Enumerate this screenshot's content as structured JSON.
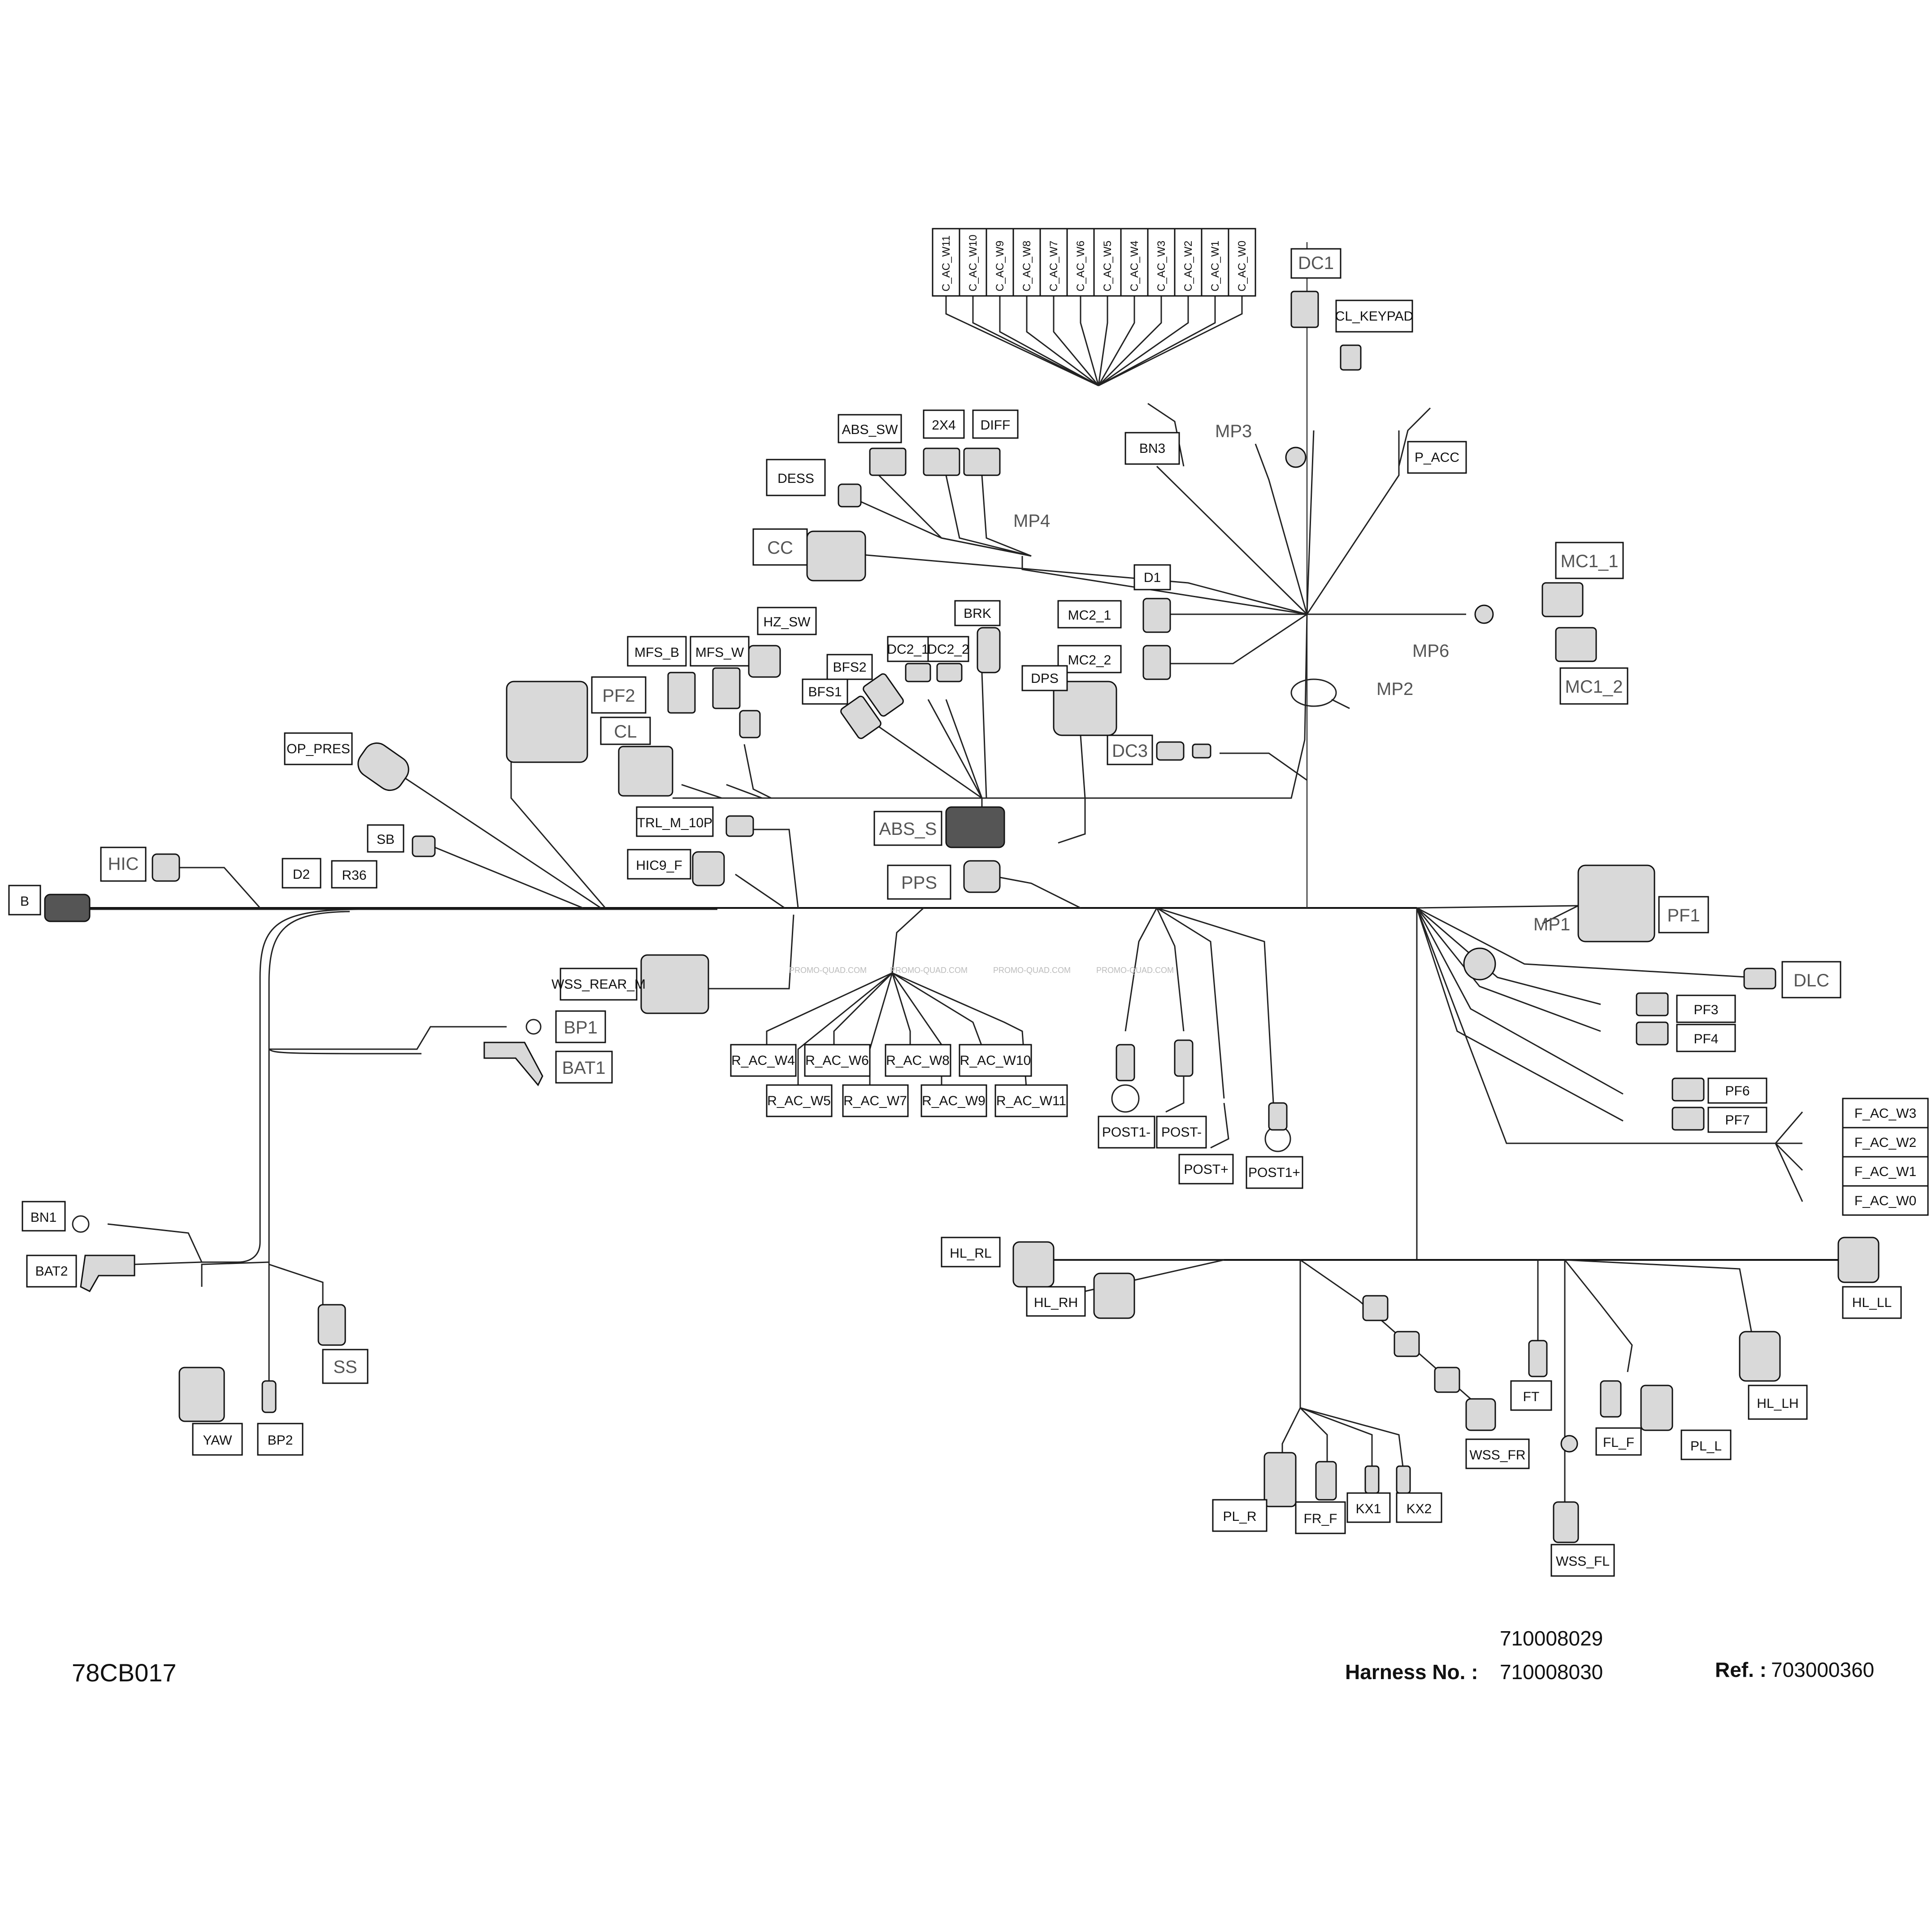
{
  "top_connectors": [
    "C_AC_W11",
    "C_AC_W10",
    "C_AC_W9",
    "C_AC_W8",
    "C_AC_W7",
    "C_AC_W6",
    "C_AC_W5",
    "C_AC_W4",
    "C_AC_W3",
    "C_AC_W2",
    "C_AC_W1",
    "C_AC_W0"
  ],
  "labels": {
    "DC1": "DC1",
    "CL_KEYPAD": "CL_KEYPAD",
    "MP3": "MP3",
    "BN3": "BN3",
    "P_ACC": "P_ACC",
    "ABS_SW": "ABS_SW",
    "2X4": "2X4",
    "DIFF": "DIFF",
    "DESS": "DESS",
    "MP4": "MP4",
    "CC": "CC",
    "D1": "D1",
    "MC1_1": "MC1_1",
    "MC2_1": "MC2_1",
    "MC2_2": "MC2_2",
    "MP6": "MP6",
    "MC1_2": "MC1_2",
    "MP2": "MP2",
    "HZ_SW": "HZ_SW",
    "BRK": "BRK",
    "MFS_B": "MFS_B",
    "MFS_W": "MFS_W",
    "BFS2": "BFS2",
    "DC2_1": "DC2_1",
    "DC2_2": "DC2_2",
    "BFS1": "BFS1",
    "DPS": "DPS",
    "PF2": "PF2",
    "CL": "CL",
    "DC3": "DC3",
    "OP_PRES": "OP_PRES",
    "TRL_M_10P": "TRL_M_10P",
    "ABS_S": "ABS_S",
    "SB": "SB",
    "HIC": "HIC",
    "HIC9_F": "HIC9_F",
    "D2": "D2",
    "R36": "R36",
    "B": "B",
    "PPS": "PPS",
    "PF1": "PF1",
    "MP1": "MP1",
    "DLC": "DLC",
    "WSS_REAR_M": "WSS_REAR_M",
    "PF3": "PF3",
    "PF4": "PF4",
    "BP1": "BP1",
    "BAT1": "BAT1",
    "PF6": "PF6",
    "PF7": "PF7",
    "R_AC_W4": "R_AC_W4",
    "R_AC_W6": "R_AC_W6",
    "R_AC_W8": "R_AC_W8",
    "R_AC_W10": "R_AC_W10",
    "R_AC_W5": "R_AC_W5",
    "R_AC_W7": "R_AC_W7",
    "R_AC_W9": "R_AC_W9",
    "R_AC_W11": "R_AC_W11",
    "POST1-": "POST1-",
    "POST-": "POST-",
    "POST+": "POST+",
    "POST1+": "POST1+",
    "F_AC_W3": "F_AC_W3",
    "F_AC_W2": "F_AC_W2",
    "F_AC_W1": "F_AC_W1",
    "F_AC_W0": "F_AC_W0",
    "BN1": "BN1",
    "BAT2": "BAT2",
    "HL_RL": "HL_RL",
    "HL_RH": "HL_RH",
    "HL_LL": "HL_LL",
    "HL_LH": "HL_LH",
    "SS": "SS",
    "YAW": "YAW",
    "BP2": "BP2",
    "FT": "FT",
    "WSS_FR": "WSS_FR",
    "FL_F": "FL_F",
    "PL_L": "PL_L",
    "PL_R": "PL_R",
    "FR_F": "FR_F",
    "KX1": "KX1",
    "KX2": "KX2",
    "WSS_FL": "WSS_FL"
  },
  "watermark": "PROMO-QUAD.COM",
  "footer": {
    "diagram_code": "78CB017",
    "harness_label": "Harness No. :",
    "harness_numbers": [
      "710008029",
      "710008030"
    ],
    "ref_label": "Ref. :",
    "ref_number": "703000360"
  }
}
